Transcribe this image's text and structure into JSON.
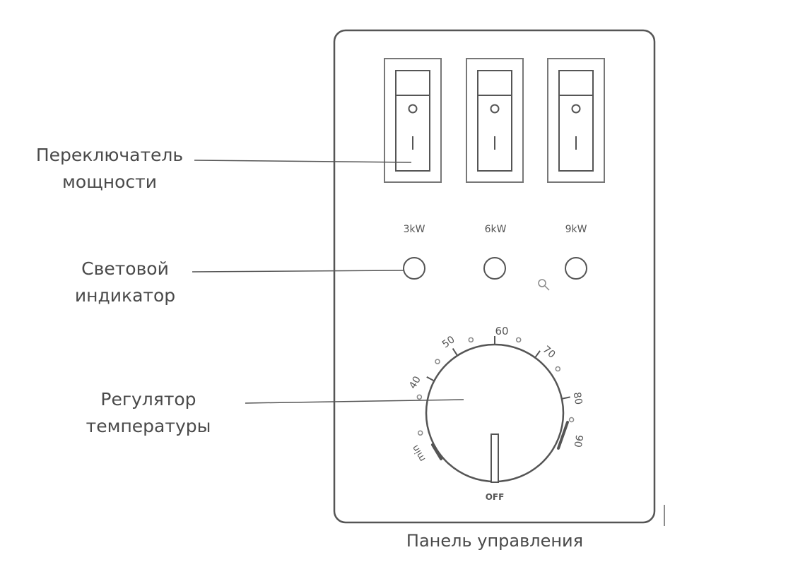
{
  "callouts": {
    "power_switch": {
      "line1": "Переключатель",
      "line2": "мощности"
    },
    "light_indicator": {
      "line1": "Световой",
      "line2": "индикатор"
    },
    "temp_regulator": {
      "line1": "Регулятор",
      "line2": "температуры"
    }
  },
  "power_levels": [
    "3kW",
    "6kW",
    "9kW"
  ],
  "switch_symbols": {
    "off": "O",
    "on": "I"
  },
  "dial": {
    "scale": [
      "40",
      "50",
      "60",
      "70",
      "80",
      "90"
    ],
    "min_label": "min",
    "off_label": "OFF"
  },
  "caption": "Панель управления",
  "colors": {
    "line": "#555555",
    "text": "#4a4a4a"
  }
}
